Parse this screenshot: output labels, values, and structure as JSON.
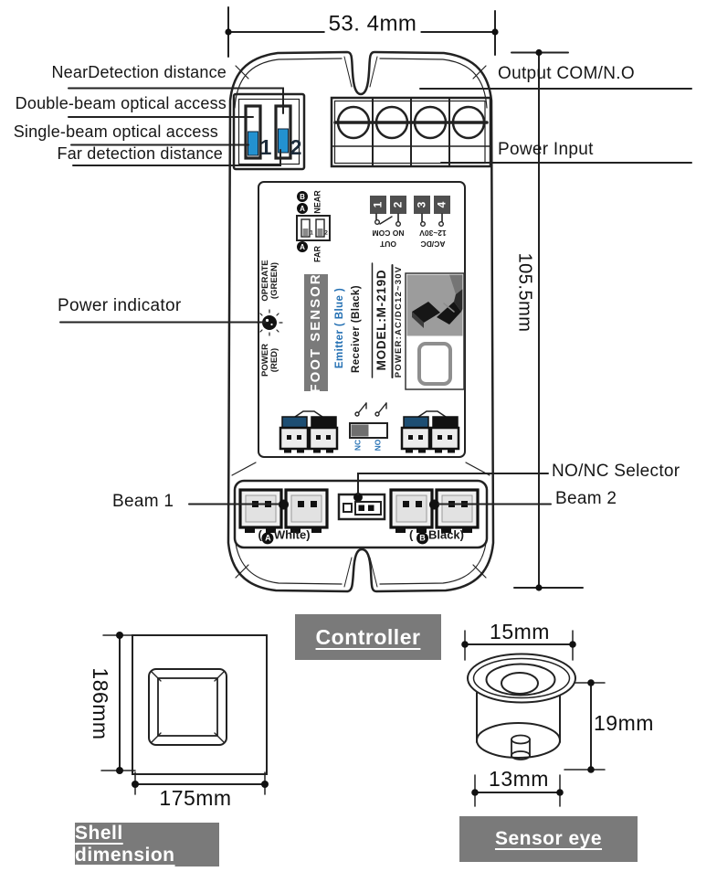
{
  "callouts": {
    "near_detection": "NearDetection distance",
    "double_beam": "Double-beam optical access",
    "single_beam": "Single-beam optical access",
    "far_detection": "Far detection distance",
    "output": "Output COM/N.O",
    "power_input": "Power Input",
    "power_indicator": "Power indicator",
    "beam1": "Beam 1",
    "beam2": "Beam 2",
    "nonc_selector": "NO/NC Selector"
  },
  "dimensions": {
    "controller_width": "53. 4mm",
    "controller_height": "105.5mm",
    "shell_height": "186mm",
    "shell_width": "175mm",
    "eye_top_diameter": "15mm",
    "eye_height": "19mm",
    "eye_bottom_diameter": "13mm"
  },
  "section_labels": {
    "controller": "Controller",
    "shell": "Shell dimension",
    "sensor_eye": "Sensor eye"
  },
  "device_label": {
    "operate": "OPERATE",
    "operate_color": "(GREEN)",
    "power": "POWER",
    "power_color": "(RED)",
    "product": "FOOT SENSOR",
    "emitter": "Emitter ( Blue )",
    "receiver": "Receiver (Black)",
    "model": "MODEL:M-219D",
    "power_spec": "POWER:AC/DC12~30V",
    "near": "NEAR",
    "far": "FAR",
    "badge_a": "A",
    "badge_b": "B",
    "mini_switch": {
      "s1": "1",
      "s2": "2"
    },
    "terminals": [
      "1",
      "2",
      "3",
      "4"
    ],
    "out_block": {
      "line1": "OUT",
      "line2": "NO COM"
    },
    "pwr_block": {
      "line1": "AC/DC",
      "line2": "12~30V"
    },
    "nc": "NC",
    "no": "NO",
    "beam_a": {
      "prefix": "(",
      "letter": "A",
      "suffix": "White)"
    },
    "beam_b": {
      "prefix": "( ",
      "letter": "B",
      "suffix": "Black)"
    }
  },
  "dip_switch": {
    "s1": "1",
    "s2": "2"
  },
  "colors": {
    "accent_blue": "#2391d0",
    "connector_navy": "#1d4e73",
    "label_gray": "#7a7a7a",
    "text_blue": "#2470b3",
    "line": "#222222"
  }
}
